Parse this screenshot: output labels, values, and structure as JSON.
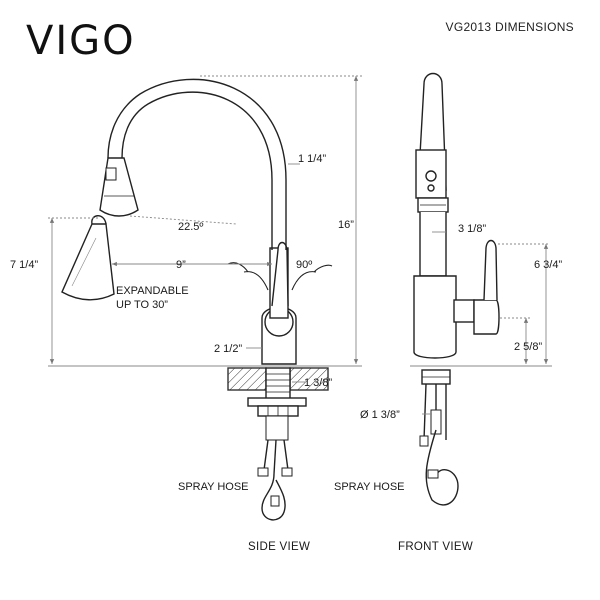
{
  "brand": "VIGO",
  "title": "VG2013 DIMENSIONS",
  "side_view": {
    "caption": "SIDE VIEW",
    "spray_hose": "SPRAY HOSE",
    "dimensions": {
      "spout_diameter": "1 1/4”",
      "angle": "22.5º",
      "overall_height": "16”",
      "spray_length": "7 1/4”",
      "reach": "9”",
      "handle_angle": "90º",
      "expandable_line1": "EXPANDABLE",
      "expandable_line2": "UP TO 30”",
      "base_height": "2 1/2”",
      "hole_size": "1 3/8”"
    }
  },
  "front_view": {
    "caption": "FRONT VIEW",
    "spray_hose": "SPRAY HOSE",
    "dimensions": {
      "handle_offset": "3 1/8”",
      "handle_height": "6 3/4”",
      "handle_base": "2 5/8”",
      "hole_diameter": "Ø 1 3/8”"
    }
  }
}
